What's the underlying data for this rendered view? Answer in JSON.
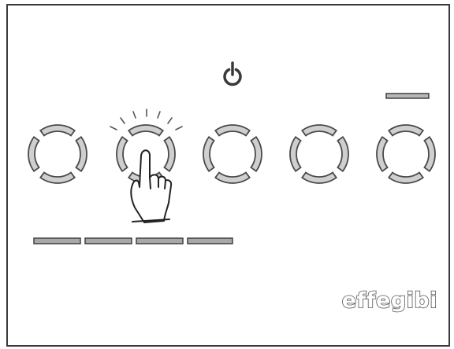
{
  "panel": {
    "brand_text": "effegibi",
    "colors": {
      "frame": "#3a3a3a",
      "ring": "#4a4a4a",
      "ring_fill": "#cfcfcf",
      "level_bar": "#a8a8a8",
      "level_bar_stroke": "#404040"
    },
    "icons": {
      "power": "power-icon",
      "minus": "minus-icon",
      "hand": "pointing-hand-icon"
    },
    "buttons": [
      {
        "id": "button-1"
      },
      {
        "id": "button-2",
        "pressed": true
      },
      {
        "id": "button-3",
        "function": "power"
      },
      {
        "id": "button-4"
      },
      {
        "id": "button-5",
        "function": "minus"
      }
    ],
    "level_bars_count": 4
  }
}
